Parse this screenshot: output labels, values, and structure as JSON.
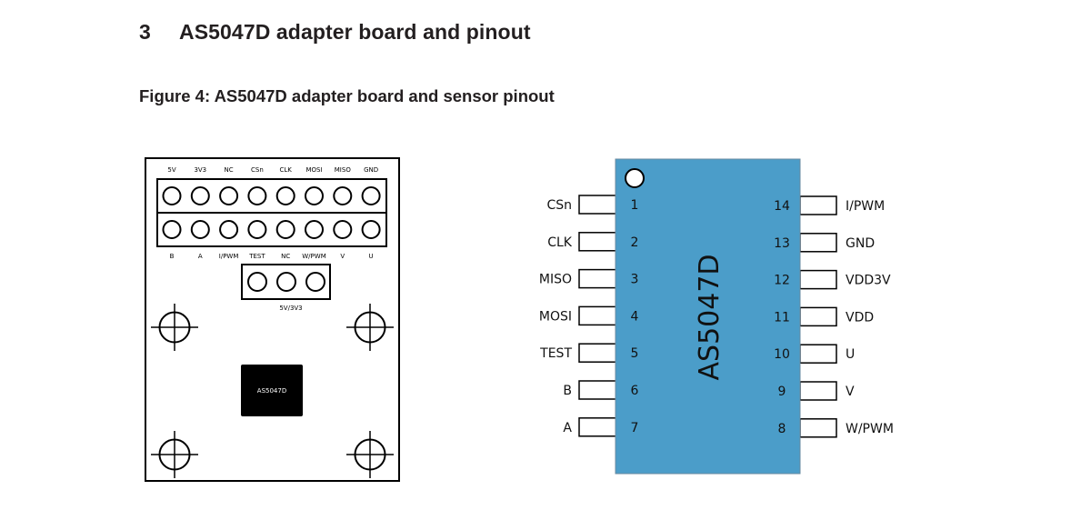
{
  "document": {
    "section_number": "3",
    "section_title": "AS5047D adapter board and pinout",
    "figure_caption": "Figure 4: AS5047D adapter board and sensor pinout"
  },
  "adapter_board": {
    "top_header_labels": [
      "5V",
      "3V3",
      "NC",
      "CSn",
      "CLK",
      "MOSI",
      "MISO",
      "GND"
    ],
    "bottom_header_labels": [
      "B",
      "A",
      "I/PWM",
      "TEST",
      "NC",
      "W/PWM",
      "V",
      "U"
    ],
    "jumper_pin_count": 3,
    "jumper_label": "5V/3V3",
    "chip_label": "AS5047D",
    "mounting_holes": 4
  },
  "sensor_pinout": {
    "chip_name": "AS5047D",
    "body_color": "#4b9dc9",
    "left_pins": [
      {
        "num": "1",
        "name": "CSn"
      },
      {
        "num": "2",
        "name": "CLK"
      },
      {
        "num": "3",
        "name": "MISO"
      },
      {
        "num": "4",
        "name": "MOSI"
      },
      {
        "num": "5",
        "name": "TEST"
      },
      {
        "num": "6",
        "name": "B"
      },
      {
        "num": "7",
        "name": "A"
      }
    ],
    "right_pins": [
      {
        "num": "14",
        "name": "I/PWM"
      },
      {
        "num": "13",
        "name": "GND"
      },
      {
        "num": "12",
        "name": "VDD3V"
      },
      {
        "num": "11",
        "name": "VDD"
      },
      {
        "num": "10",
        "name": "U"
      },
      {
        "num": "9",
        "name": "V"
      },
      {
        "num": "8",
        "name": "W/PWM"
      }
    ]
  }
}
